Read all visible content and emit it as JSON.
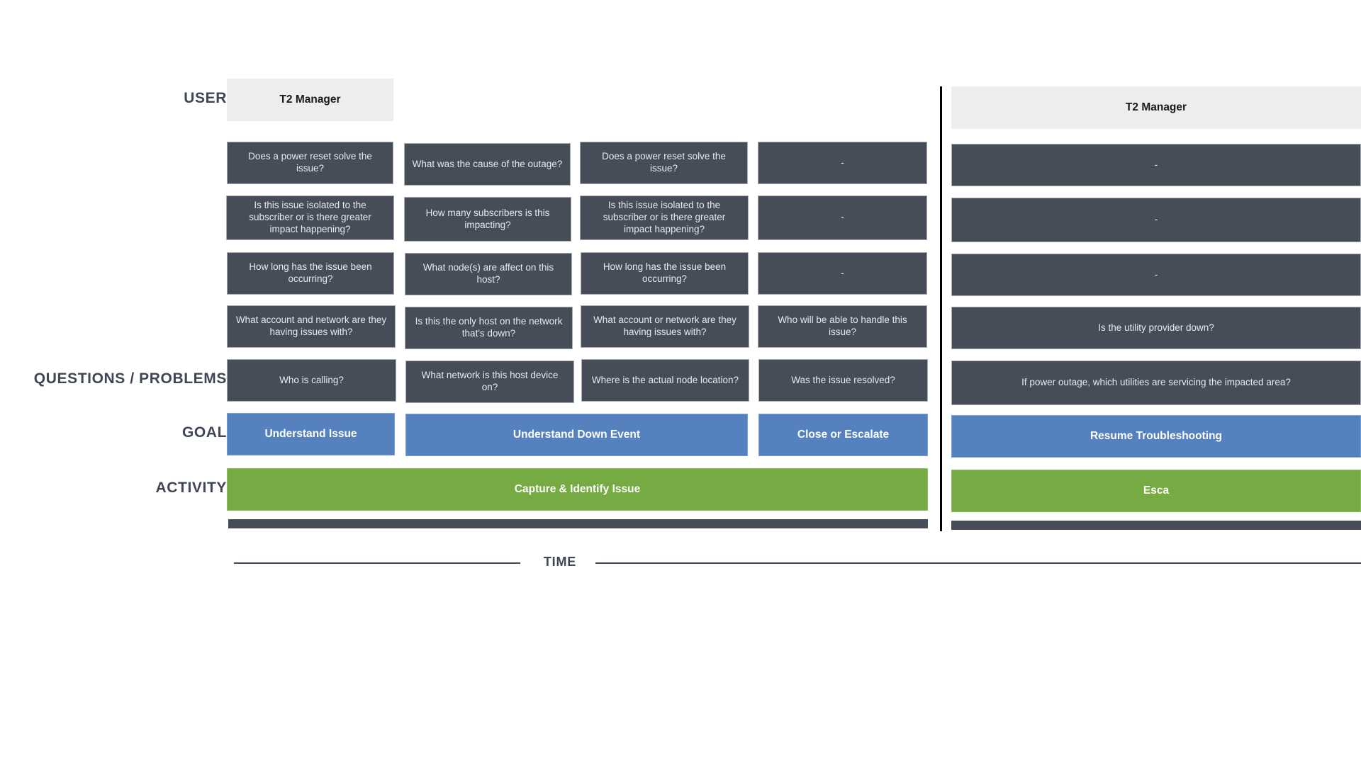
{
  "row_labels": {
    "user": "USER",
    "questions": "QUESTIONS / PROBLEMS",
    "goal": "GOAL",
    "activity": "ACTIVITY"
  },
  "axis": {
    "label": "TIME"
  },
  "colors": {
    "question_card": "#464D59",
    "goal_card": "#5581BF",
    "activity_card": "#76AB43",
    "user_card": "#EDEDED",
    "label_text": "#3F4655",
    "divider": "#000000"
  },
  "columns": [
    {
      "id": "col-1",
      "user": "T2 Manager",
      "questions": [
        "Does a power reset solve the issue?",
        "Is this issue isolated to the subscriber or is there greater impact happening?",
        "How long has the issue been occurring?",
        "What account and network are they having issues with?",
        "Who is calling?"
      ],
      "goal": "Understand Issue"
    },
    {
      "id": "col-2",
      "user": "",
      "questions": [
        "What was the cause of the outage?",
        "How many subscribers is this impacting?",
        "What node(s) are affect on this host?",
        "Is this the only host on the network that's down?",
        "What network is this host device on?"
      ],
      "goal": "Understand Down Event"
    },
    {
      "id": "col-3",
      "user": "",
      "questions": [
        "Does a power reset solve the issue?",
        "Is this issue isolated to the subscriber or is there greater impact happening?",
        "How long has the issue been occurring?",
        "What account or network are they having issues with?",
        "Where is the actual node location?"
      ],
      "goal": ""
    },
    {
      "id": "col-4",
      "user": "",
      "questions": [
        "-",
        "-",
        "-",
        "Who will be able to handle this issue?",
        "Was the issue resolved?"
      ],
      "goal": "Close or Escalate"
    },
    {
      "id": "col-5",
      "user": "T2 Manager",
      "questions": [
        "-",
        "-",
        "-",
        "Is the utility provider down?",
        "If power outage, which utilities are servicing the impacted area?"
      ],
      "goal": "Resume Troubleshooting"
    }
  ],
  "activities": [
    {
      "id": "activity-1",
      "label": "Capture & Identify Issue"
    },
    {
      "id": "activity-2",
      "label": "Esca"
    }
  ]
}
